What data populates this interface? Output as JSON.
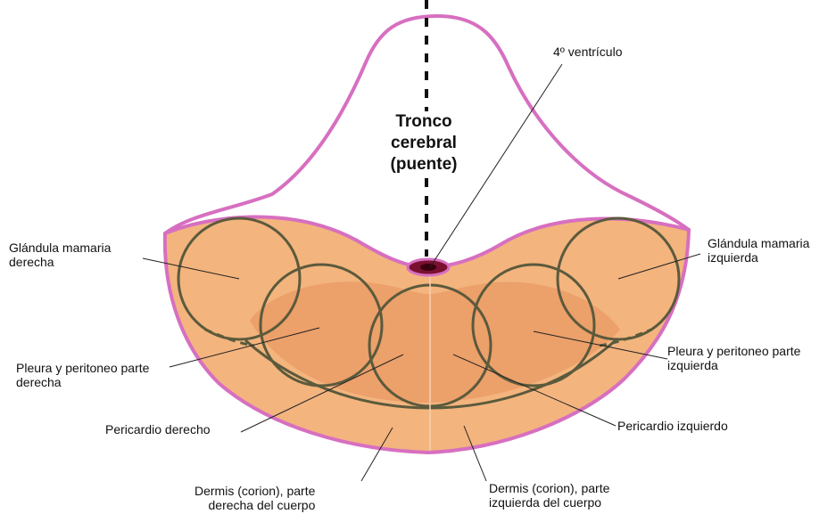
{
  "title_lines": [
    "Tronco",
    "cerebral",
    "(puente)"
  ],
  "labels": {
    "ventricle": "4º ventrículo",
    "mammary_right": [
      "Glándula mamaria",
      "derecha"
    ],
    "mammary_left": [
      "Glándula mamaria",
      "izquierda"
    ],
    "pleura_right": [
      "Pleura y peritoneo parte",
      "derecha"
    ],
    "pleura_left": [
      "Pleura y peritoneo parte",
      "izquierda"
    ],
    "pericardium_right": "Pericardio derecho",
    "pericardium_left": "Pericardio izquierdo",
    "dermis_right": [
      "Dermis (corion), parte",
      "derecha del cuerpo"
    ],
    "dermis_left": [
      "Dermis (corion), parte",
      "izquierda del cuerpo"
    ]
  },
  "colors": {
    "outline": "#d76fc0",
    "orange_outer": "#f3b47e",
    "orange_inner": "#eca06a",
    "circle_stroke": "#5b5a3c",
    "ventricle": "#7a1030"
  }
}
